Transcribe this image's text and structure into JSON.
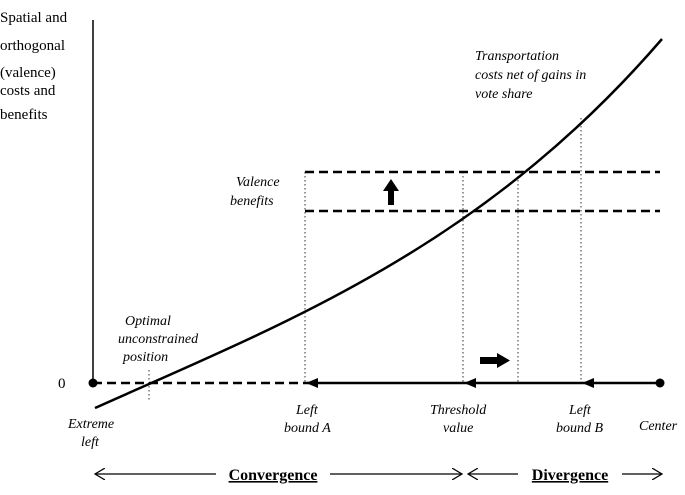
{
  "y_axis_label": [
    "Spatial and",
    "orthogonal",
    "(valence)",
    "costs and",
    "benefits"
  ],
  "zero_label": "0",
  "curve_label": [
    "Transportation",
    "costs net of gains in",
    "vote share"
  ],
  "valence_label": [
    "Valence",
    "benefits"
  ],
  "optimal_label": [
    "Optimal",
    "unconstrained",
    "position"
  ],
  "x_labels": {
    "extreme_left": [
      "Extreme",
      "left"
    ],
    "left_bound_a": [
      "Left",
      "bound A"
    ],
    "threshold": [
      "Threshold",
      "value"
    ],
    "left_bound_b": [
      "Left",
      "bound B"
    ],
    "center": [
      "Center"
    ]
  },
  "bottom": {
    "convergence": "Convergence",
    "divergence": "Divergence"
  }
}
